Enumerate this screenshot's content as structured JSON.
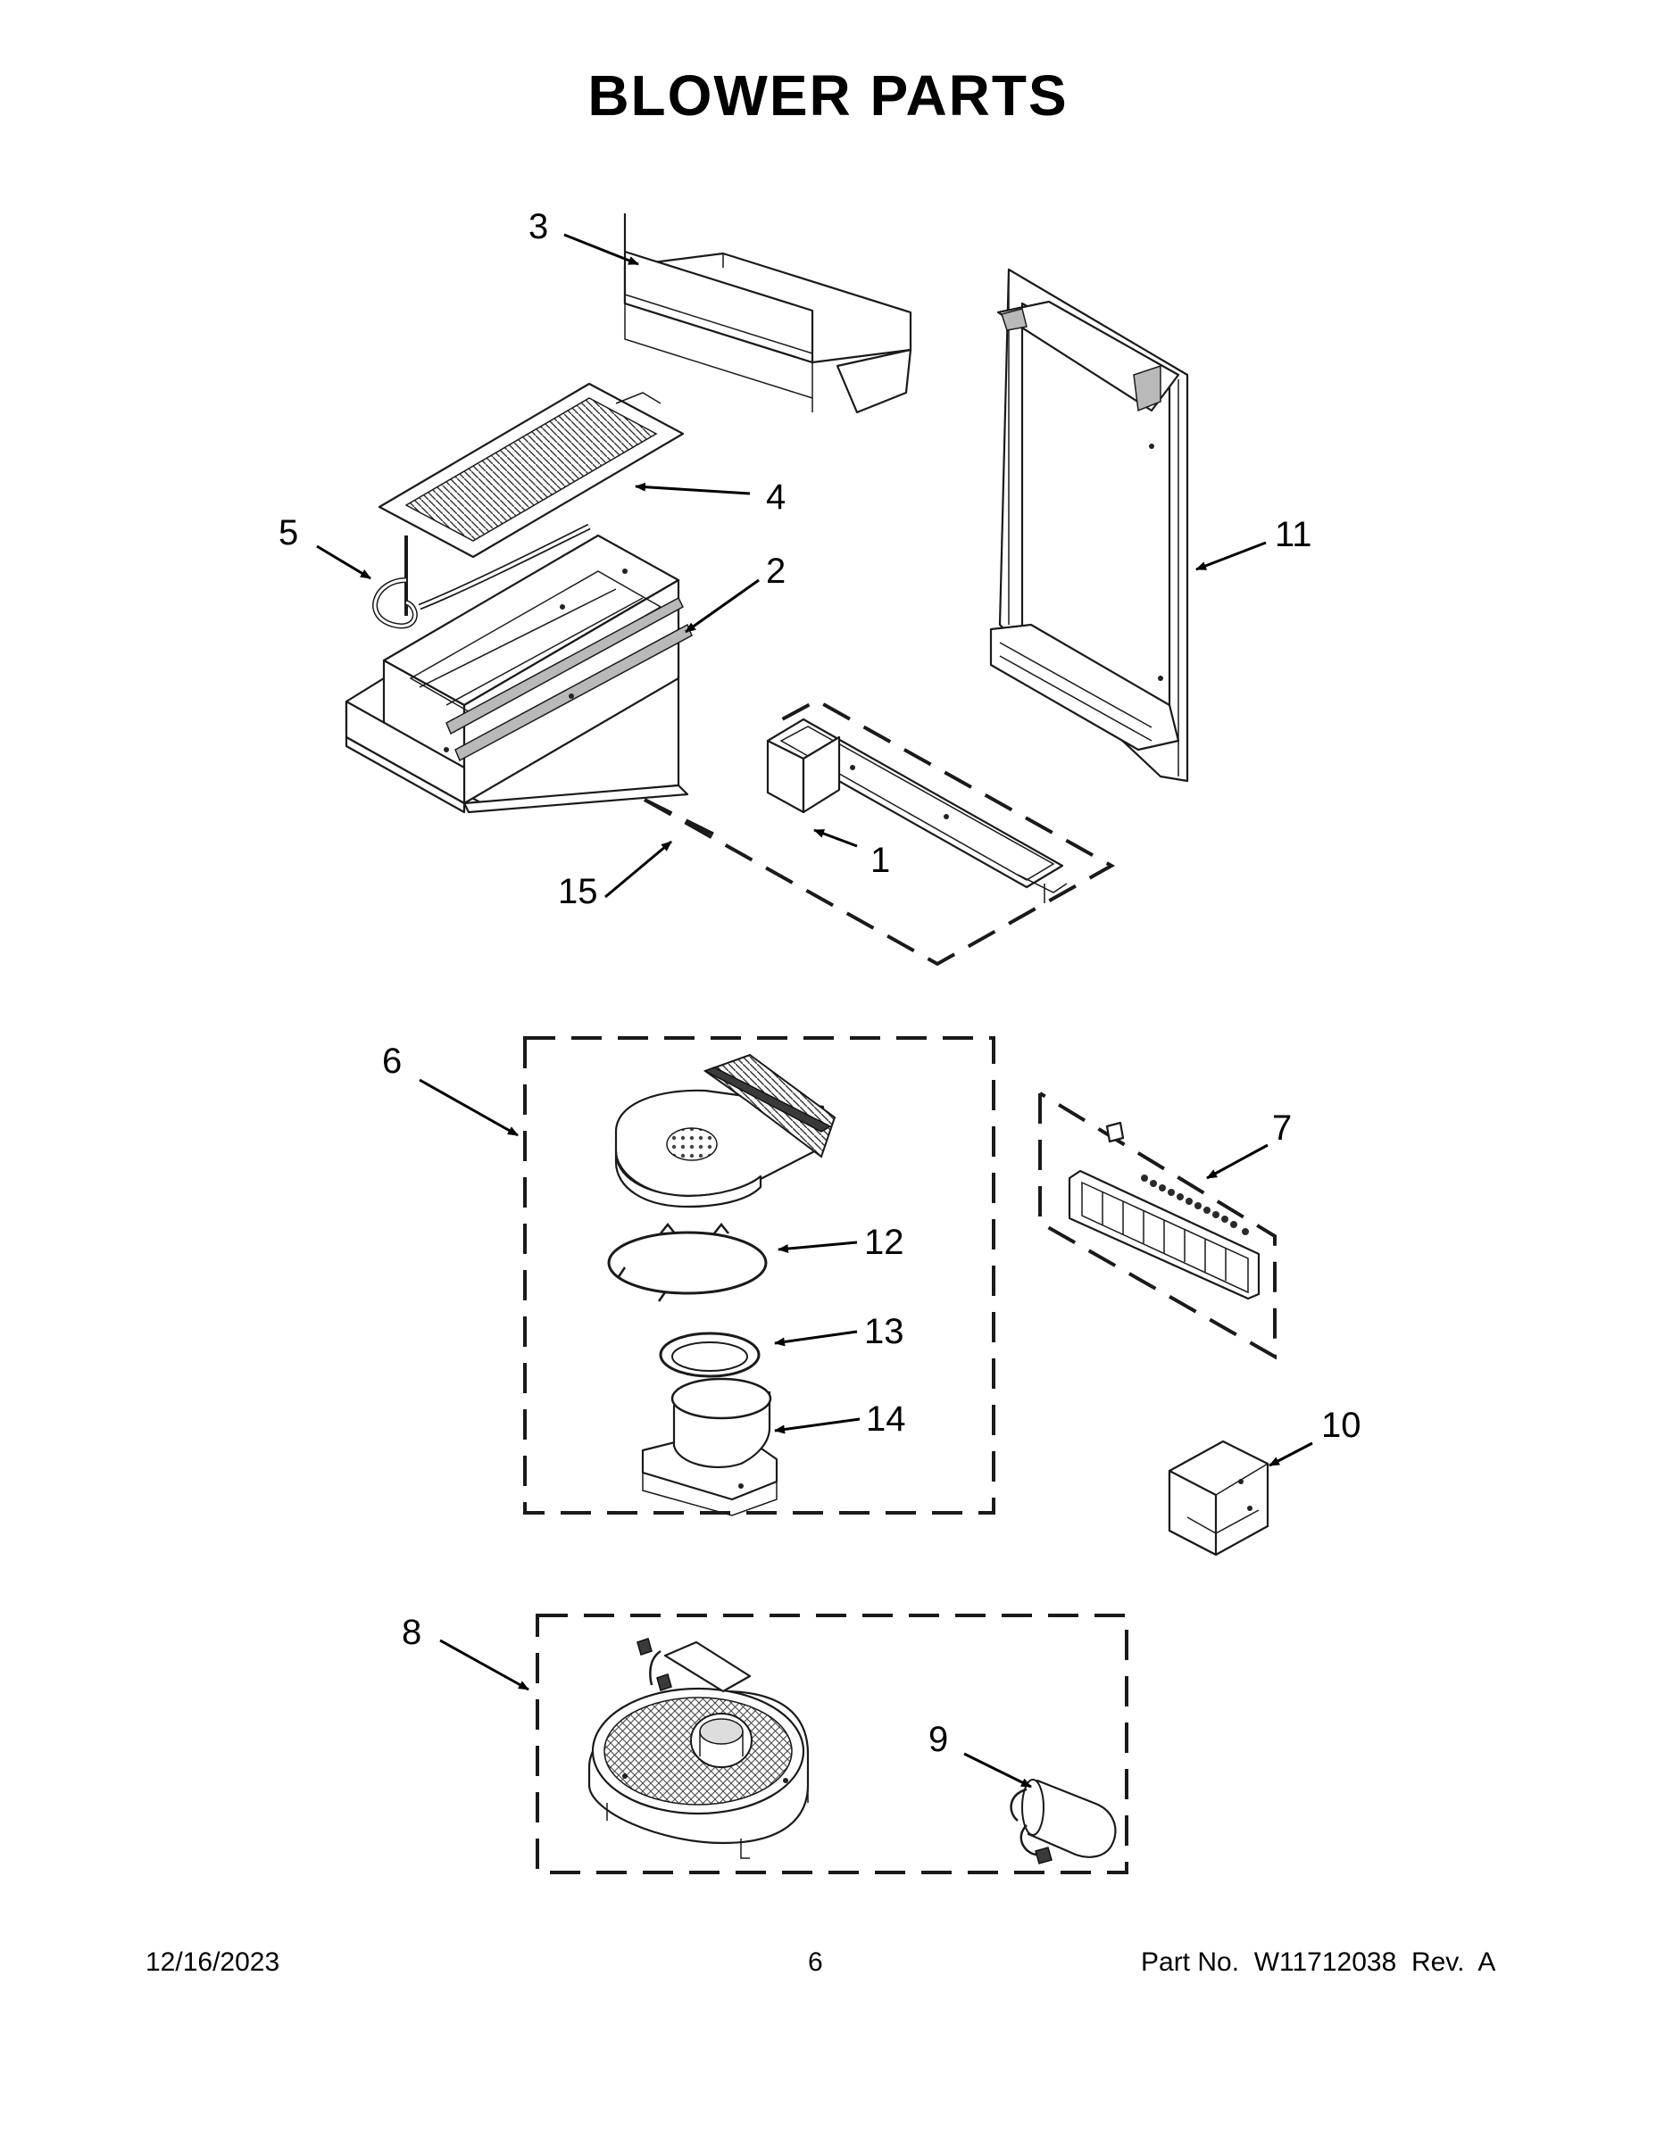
{
  "page": {
    "title": "BLOWER PARTS",
    "footer": {
      "date": "12/16/2023",
      "page_number": "6",
      "part_number": "Part No.  W11712038  Rev.  A"
    }
  },
  "callouts": {
    "c1": "1",
    "c2": "2",
    "c3": "3",
    "c4": "4",
    "c5": "5",
    "c6": "6",
    "c7": "7",
    "c8": "8",
    "c9": "9",
    "c10": "10",
    "c11": "11",
    "c12": "12",
    "c13": "13",
    "c14": "14",
    "c15": "15"
  }
}
